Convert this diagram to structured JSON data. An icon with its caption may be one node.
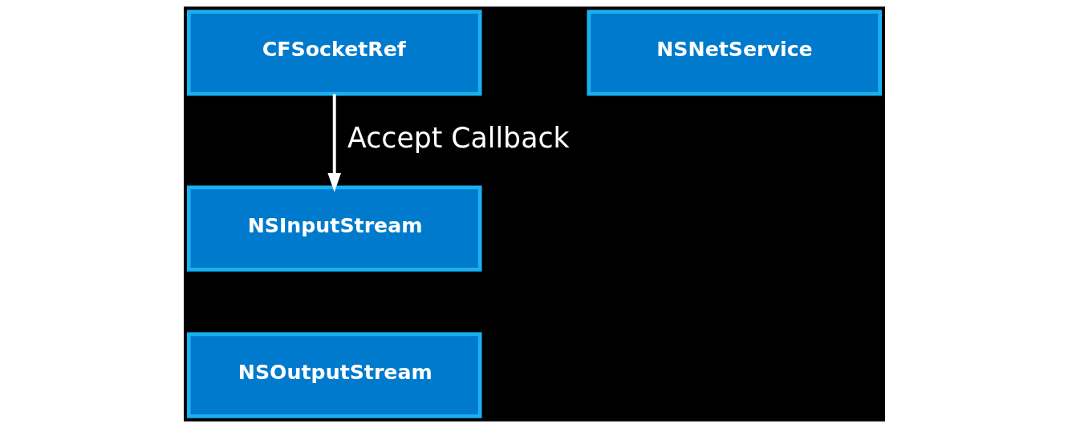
{
  "diagram": {
    "nodes": [
      {
        "text": [
          "CFSocketRef"
        ]
      },
      {
        "text": [
          "NSNetService"
        ]
      },
      {
        "text": [
          "NSInputStream"
        ]
      },
      {
        "text": [
          "NSOutputStream"
        ]
      }
    ],
    "edges": [
      {
        "from": 0,
        "to": 2,
        "arrow": "to",
        "label": "Accept Callback"
      }
    ]
  }
}
